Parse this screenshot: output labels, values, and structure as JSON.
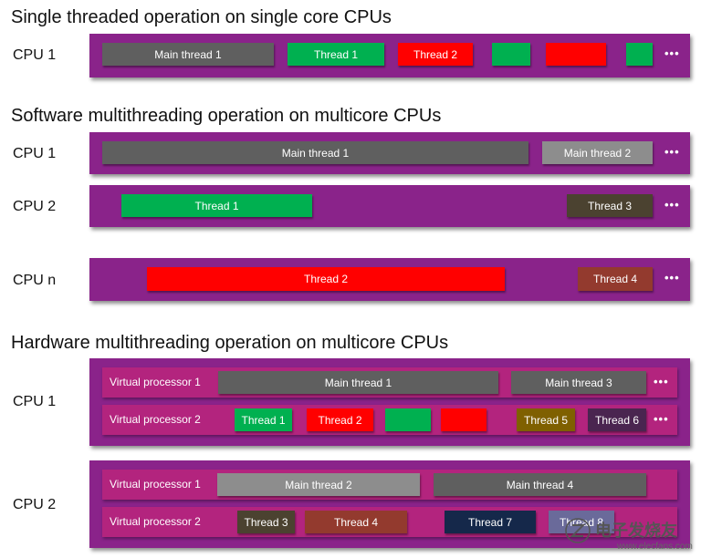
{
  "colors": {
    "track": "#8a238a",
    "vp_row": "#b3247e",
    "gray_dark": "#5f5f5f",
    "gray_light": "#8d8d8d",
    "green": "#00b050",
    "red": "#ff0000",
    "olive_dark": "#4b4230",
    "brown_red": "#933a2e",
    "olive": "#7f6000",
    "purple_dark": "#4a2550",
    "navy": "#15284a",
    "blue_gray": "#6a6a9a"
  },
  "ellipsis": "•••",
  "sections": {
    "single": {
      "title": "Single threaded operation on single core CPUs",
      "cpu1": {
        "label": "CPU 1",
        "blocks": [
          "Main thread 1",
          "Thread 1",
          "Thread 2",
          "",
          "",
          ""
        ]
      }
    },
    "software": {
      "title": "Software multithreading operation on multicore CPUs",
      "cpu1": {
        "label": "CPU 1",
        "blocks": [
          "Main thread 1",
          "Main thread 2"
        ]
      },
      "cpu2": {
        "label": "CPU 2",
        "blocks": [
          "Thread 1",
          "Thread 3"
        ]
      },
      "cpun": {
        "label": "CPU n",
        "blocks": [
          "Thread 2",
          "Thread 4"
        ]
      }
    },
    "hardware": {
      "title": "Hardware multithreading operation on multicore CPUs",
      "cpu1": {
        "label": "CPU 1",
        "vp1": {
          "label": "Virtual processor 1",
          "blocks": [
            "Main thread 1",
            "Main thread 3"
          ]
        },
        "vp2": {
          "label": "Virtual processor 2",
          "blocks": [
            "Thread 1",
            "Thread 2",
            "",
            "",
            "Thread 5",
            "Thread 6"
          ]
        }
      },
      "cpu2": {
        "label": "CPU 2",
        "vp1": {
          "label": "Virtual processor 1",
          "blocks": [
            "Main thread 2",
            "Main thread 4"
          ]
        },
        "vp2": {
          "label": "Virtual processor 2",
          "blocks": [
            "Thread 3",
            "Thread 4",
            "Thread 7",
            "Thread 8"
          ]
        }
      }
    }
  },
  "watermark": {
    "logo": "电子发烧友",
    "url": "www.elecfans.com"
  }
}
